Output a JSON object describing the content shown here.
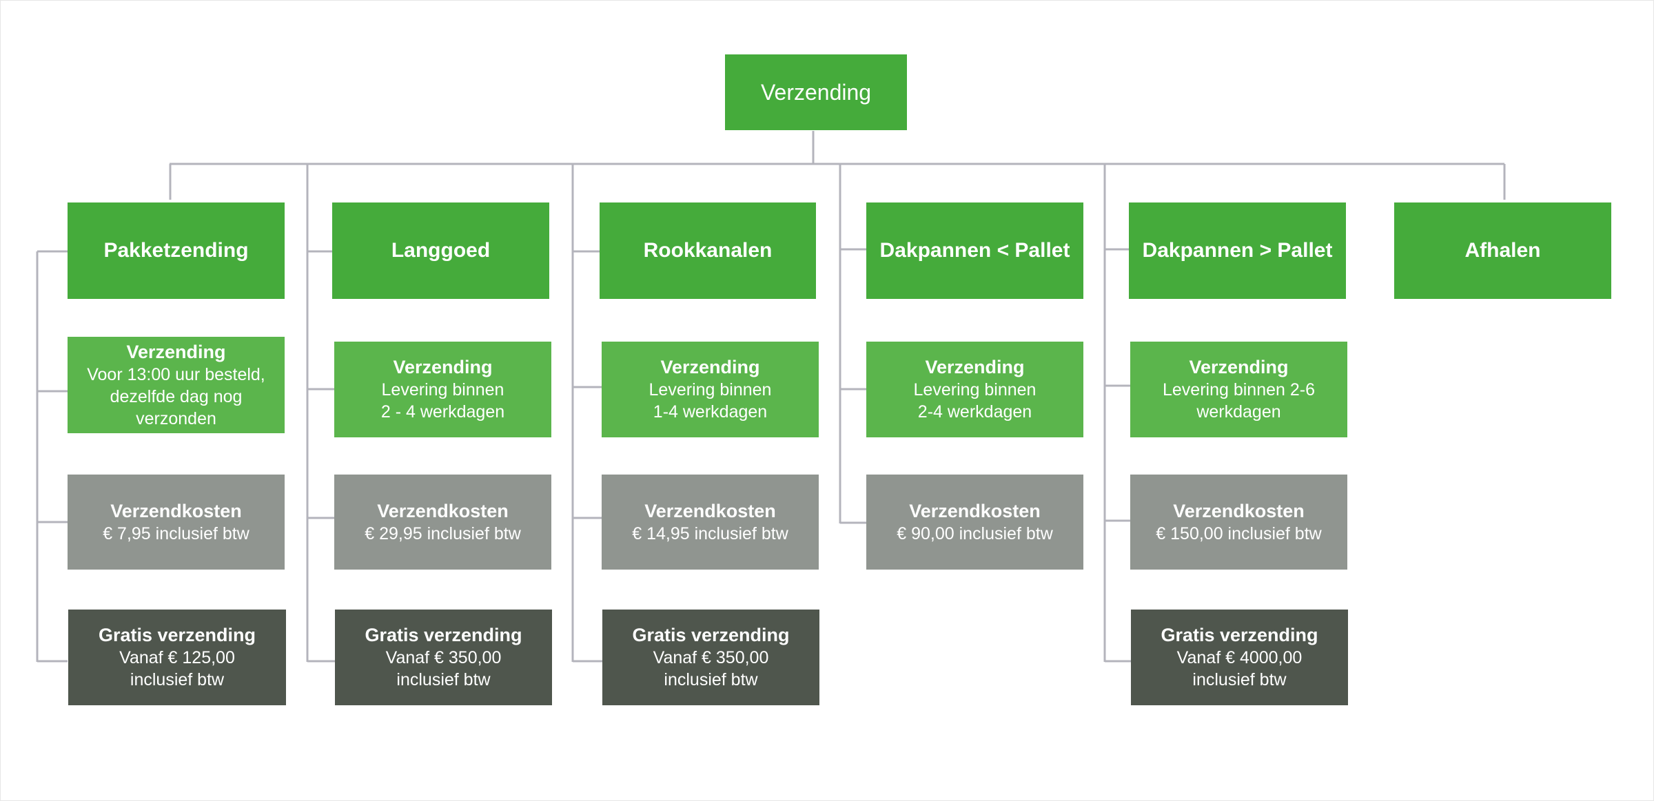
{
  "root": {
    "title": "Verzending"
  },
  "columns": [
    {
      "header": "Pakketzending",
      "shipping": {
        "title": "Verzending",
        "text": "Voor 13:00 uur besteld,\ndezelfde dag nog\nverzonden"
      },
      "costs": {
        "title": "Verzendkosten",
        "text": "€ 7,95 inclusief btw"
      },
      "free": {
        "title": "Gratis verzending",
        "text": "Vanaf € 125,00\ninclusief btw"
      }
    },
    {
      "header": "Langgoed",
      "shipping": {
        "title": "Verzending",
        "text": "Levering binnen\n2 - 4 werkdagen"
      },
      "costs": {
        "title": "Verzendkosten",
        "text": "€ 29,95 inclusief btw"
      },
      "free": {
        "title": "Gratis verzending",
        "text": "Vanaf € 350,00\ninclusief btw"
      }
    },
    {
      "header": "Rookkanalen",
      "shipping": {
        "title": "Verzending",
        "text": "Levering binnen\n1-4 werkdagen"
      },
      "costs": {
        "title": "Verzendkosten",
        "text": "€ 14,95 inclusief btw"
      },
      "free": {
        "title": "Gratis verzending",
        "text": "Vanaf € 350,00\ninclusief btw"
      }
    },
    {
      "header": "Dakpannen < Pallet",
      "shipping": {
        "title": "Verzending",
        "text": "Levering binnen\n2-4 werkdagen"
      },
      "costs": {
        "title": "Verzendkosten",
        "text": "€ 90,00 inclusief btw"
      }
    },
    {
      "header": "Dakpannen > Pallet",
      "shipping": {
        "title": "Verzending",
        "text": "Levering binnen 2-6\nwerkdagen"
      },
      "costs": {
        "title": "Verzendkosten",
        "text": "€ 150,00 inclusief btw"
      },
      "free": {
        "title": "Gratis verzending",
        "text": "Vanaf € 4000,00\ninclusief btw"
      }
    },
    {
      "header": "Afhalen"
    }
  ],
  "colors": {
    "green": "#45ab3b",
    "light_green": "#5bb54c",
    "grey": "#909590",
    "dark_grey": "#4f564d",
    "connector": "#b4b4bc"
  }
}
